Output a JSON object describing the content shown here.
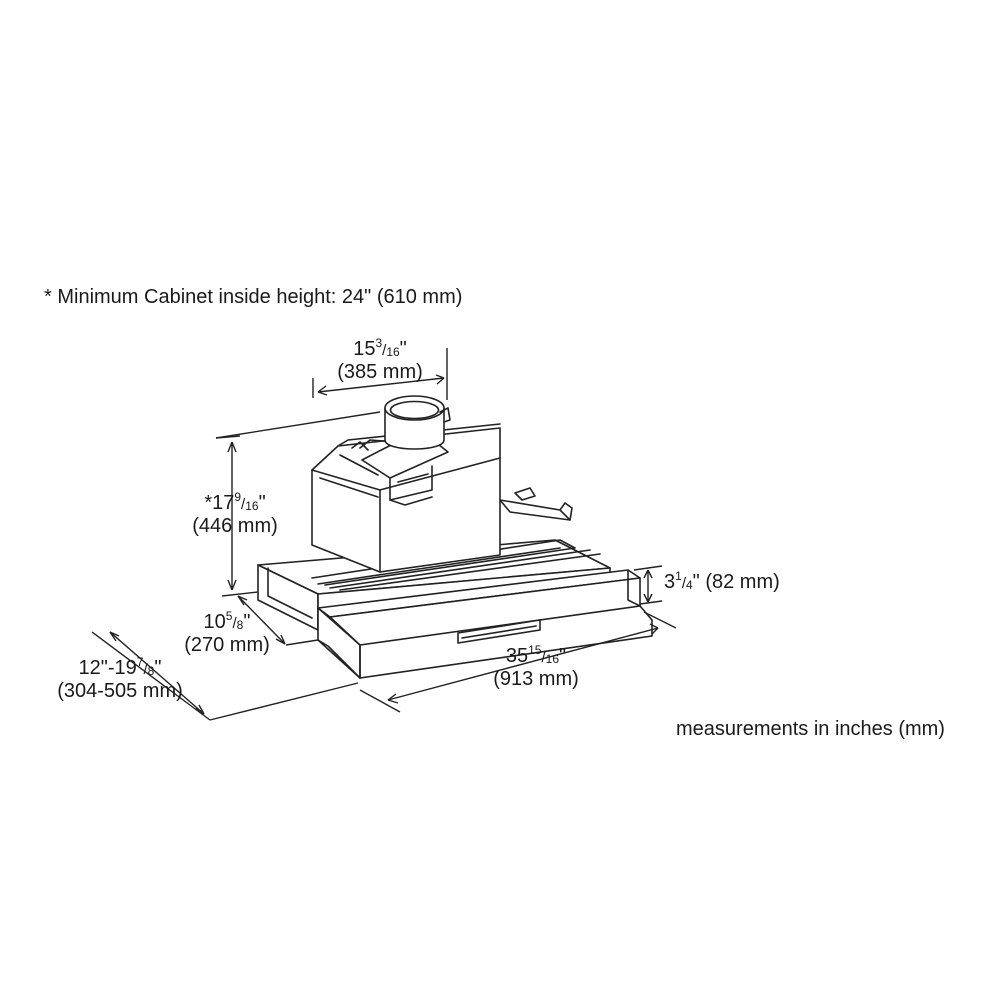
{
  "note": "* Minimum Cabinet inside height: 24\" (610 mm)",
  "footer": "measurements in inches (mm)",
  "dimensions": {
    "duct_width": {
      "whole": "15",
      "num": "3",
      "den": "16",
      "suffix": "\"",
      "metric": "(385 mm)"
    },
    "height": {
      "whole": "*17",
      "num": "9",
      "den": "16",
      "suffix": "\"",
      "metric": "(446 mm)"
    },
    "trim_depth": {
      "whole": "3",
      "num": "1",
      "den": "4",
      "suffix": "\"",
      "metric": "(82 mm)"
    },
    "body_depth": {
      "whole": "10",
      "num": "5",
      "den": "8",
      "suffix": "\"",
      "metric": "(270 mm)"
    },
    "extension": {
      "prefix": "12\"-19",
      "num": "7",
      "den": "8",
      "suffix": "\"",
      "metric": "(304-505 mm)"
    },
    "width": {
      "whole": "35",
      "num": "15",
      "den": "16",
      "suffix": "\"",
      "metric": "(913 mm)"
    }
  }
}
